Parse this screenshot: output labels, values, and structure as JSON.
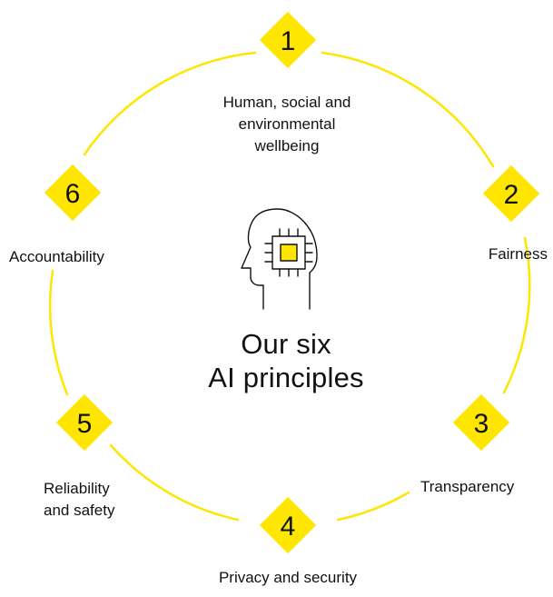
{
  "title": {
    "line1": "Our six",
    "line2": "AI principles"
  },
  "accent_color": "#FFE600",
  "center_icon": "head-with-chip-icon",
  "principles": [
    {
      "number": "1",
      "label": "Human, social and\nenvironmental\nwellbeing"
    },
    {
      "number": "2",
      "label": "Fairness"
    },
    {
      "number": "3",
      "label": "Transparency"
    },
    {
      "number": "4",
      "label": "Privacy and security"
    },
    {
      "number": "5",
      "label": "Reliability\nand safety"
    },
    {
      "number": "6",
      "label": "Accountability"
    }
  ]
}
